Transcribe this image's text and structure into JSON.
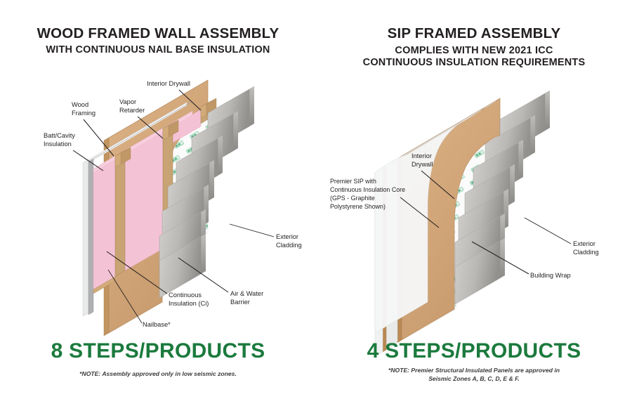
{
  "left": {
    "title_main": "WOOD FRAMED WALL ASSEMBLY",
    "title_sub": "WITH CONTINUOUS NAIL BASE INSULATION",
    "steps": "8 STEPS/PRODUCTS",
    "note_line1": "*NOTE: Assembly approved only in low seismic zones.",
    "labels": {
      "interior_drywall": "Interior Drywall",
      "vapor_retarder_1": "Vapor",
      "vapor_retarder_2": "Retarder",
      "wood_framing_1": "Wood",
      "wood_framing_2": "Framing",
      "batt_1": "Batt/Cavity",
      "batt_2": "Insulation",
      "exterior_cladding_1": "Exterior",
      "exterior_cladding_2": "Cladding",
      "continuous_insulation_1": "Continuous",
      "continuous_insulation_2": "Insulation (Ci)",
      "air_water_1": "Air & Water",
      "air_water_2": "Barrier",
      "nailbase": "Nailbase*"
    }
  },
  "right": {
    "title_main": "SIP FRAMED ASSEMBLY",
    "title_sub_1": "COMPLIES WITH NEW 2021 ICC",
    "title_sub_2": "CONTINUOUS INSULATION REQUIREMENTS",
    "steps": "4 STEPS/PRODUCTS",
    "note_line1": "*NOTE: Premier Structural Insulated Panels are approved in",
    "note_line2": "Seismic Zones A, B, C, D, E & F.",
    "labels": {
      "interior_drywall_1": "Interior",
      "interior_drywall_2": "Drywall",
      "sip_1": "Premier SIP with",
      "sip_2": "Continuous Insulation Core",
      "sip_3": "(GPS - Graphite",
      "sip_4": "Polystyrene Shown)",
      "exterior_cladding_1": "Exterior",
      "exterior_cladding_2": "Cladding",
      "building_wrap": "Building Wrap"
    }
  },
  "colors": {
    "green_accent": "#1b7a3d",
    "text": "#231f20",
    "wood_framing": "#c8a373",
    "nailbase_face": "#d2a878",
    "nailbase_edge": "#bb9064",
    "batt_insulation": "#f4c2d5",
    "drywall": "#f2f2f2",
    "vapor_retarder": "#b9babc",
    "cladding_light": "#cbc9c6",
    "cladding_dark": "#8e8c89",
    "barrier_white": "#fbfbfb",
    "barrier_mark": "#5fb98c",
    "sip_core": "#ffffff",
    "osb_skin": "#b98a55"
  }
}
